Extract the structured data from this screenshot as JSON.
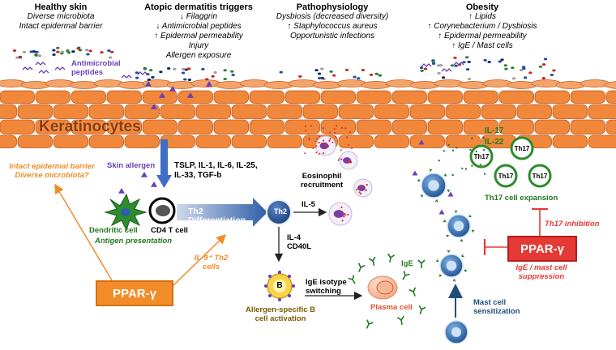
{
  "headers": [
    {
      "title": "Healthy skin",
      "lines": [
        "Diverse microbiota",
        "Intact epidermal barrier"
      ]
    },
    {
      "title": "Atopic dermatitis triggers",
      "lines": [
        "↓ Filaggrin",
        "↓ Antimicrobial peptides",
        "↑ Epidermal permeability",
        "Injury",
        "Allergen exposure"
      ]
    },
    {
      "title": "Pathophysiology",
      "lines": [
        "Dysbiosis (decreased diversity)",
        "↑ Staphylococcus aureus",
        "Opportunistic infections"
      ]
    },
    {
      "title": "Obesity",
      "lines": [
        "↑ Lipids",
        "↑ Corynebacterium / Dysbiosis",
        "↑ Epidermal permeability",
        "↑ IgE / Mast cells"
      ]
    }
  ],
  "labels": {
    "antimicrobial": "Antimicrobial peptides",
    "keratinocytes": "Keratinocytes",
    "skin_allergen": "Skin allergen",
    "cytokines": "TSLP, IL-1, IL-6, IL-25, IL-33, TGF-b",
    "intact_barrier": "Intact epidermal barrier Diverse microbiota?",
    "dendritic_cell": "Dendritic cell",
    "antigen_presentation": "Antigen presentation",
    "cd4_tcell": "CD4 T cell",
    "th2_diff": "Th2 Differentiation",
    "th2": "Th2",
    "il5": "IL-5",
    "eosinophil": "Eosinophil recruitment",
    "il4": "IL-4 CD40L",
    "b": "B",
    "allergen_b": "Allergen-specific B cell activation",
    "ige_switch": "IgE isotype switching",
    "ige": "IgE",
    "plasma": "Plasma cell",
    "il17": "IL-17",
    "il22": "IL-22",
    "th17": "Th17",
    "th17_expansion": "Th17 cell expansion",
    "th17_inhibition": "Th17 inhibition",
    "ppar_right": "PPAR-γ",
    "ige_mast": "IgE / mast cell suppression",
    "mast_sens": "Mast cell sensitization",
    "il9": "IL-9⁺ Th2 cells",
    "ppar_left": "PPAR-γ"
  },
  "colors": {
    "keratinocyte": "#f0873a",
    "keratinocyte_border": "#c0561a",
    "keratinocyte_text": "#8a3b0c",
    "dendritic": "#2e8b2e",
    "th2_blue": "#2f5fa8",
    "green_text": "#1f7a1f",
    "red": "#e53935",
    "orange": "#f28c28",
    "purple": "#6a3fb5",
    "navy": "#1f4e79",
    "brown_text": "#7a5a00"
  }
}
